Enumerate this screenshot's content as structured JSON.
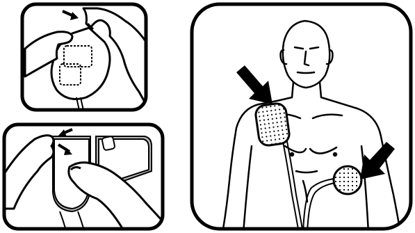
{
  "colors": {
    "ink": "#000000",
    "paper": "#ffffff",
    "shade": "#b8b8b8",
    "pad_dot": "#000000"
  },
  "panels": [
    {
      "id": "open-package",
      "icons": [
        "hands-icon",
        "pad-package-icon",
        "tear-arrow-icon"
      ]
    },
    {
      "id": "peel-pads",
      "icons": [
        "hands-icon",
        "electrode-pads-icon",
        "peel-arrow-icon"
      ]
    },
    {
      "id": "place-pads",
      "icons": [
        "torso-figure-icon",
        "upper-pad-icon",
        "lower-pad-icon",
        "placement-arrow-icon",
        "cable-icon"
      ]
    }
  ]
}
